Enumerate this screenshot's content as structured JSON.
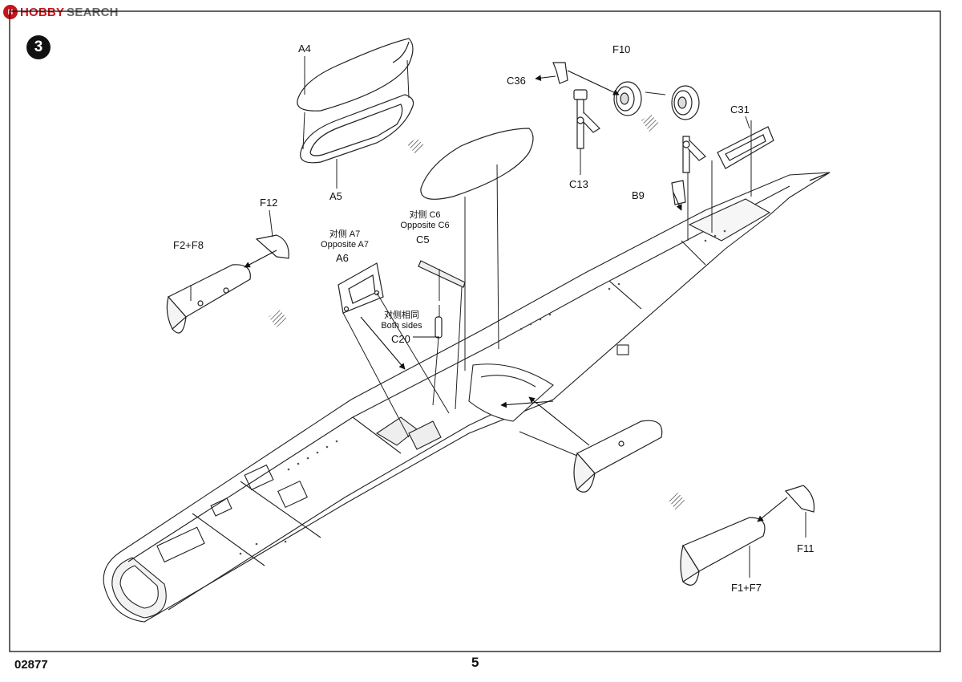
{
  "watermark": {
    "logo": "H",
    "brand": "HOBBY",
    "search": "SEARCH"
  },
  "step": {
    "number": "3"
  },
  "part_labels": {
    "a4": "A4",
    "a5": "A5",
    "a6": "A6",
    "f12": "F12",
    "f2f8": "F2+F8",
    "c5": "C5",
    "c20": "C20",
    "c36": "C36",
    "f10": "F10",
    "c13": "C13",
    "c31": "C31",
    "b9": "B9",
    "f11": "F11",
    "f1f7": "F1+F7"
  },
  "notes": {
    "a7_cn": "对侧 A7",
    "a7_en": "Opposite A7",
    "c6_cn": "对侧 C6",
    "c6_en": "Opposite C6",
    "both_cn": "对侧相同",
    "both_en": "Both sides"
  },
  "footer": {
    "kit_code": "02877",
    "page_number": "5"
  }
}
